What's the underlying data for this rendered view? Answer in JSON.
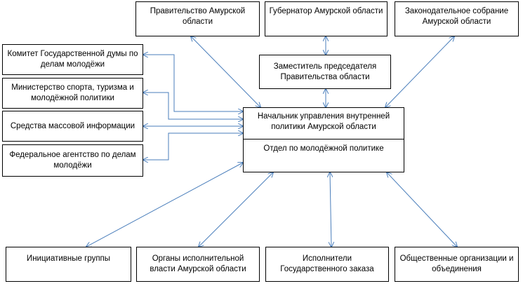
{
  "top": {
    "government": "Правительство Амурской области",
    "governor": "Губернатор Амурской области",
    "legislature": "Законодательное собрание Амурской области"
  },
  "deputy": "Заместитель председателя Правительства области",
  "central": {
    "head": "Начальник управления внутренней политики Амурской области",
    "department": "Отдел по молодёжной политике"
  },
  "left": {
    "duma_committee": "Комитет Государственной думы по делам молодёжи",
    "ministry": "Министерство спорта, туризма и молодёжной политики",
    "media": "Средства массовой информации",
    "federal_agency": "Федеральное агентство по делам молодёжи"
  },
  "bottom": {
    "initiative_groups": "Инициативные группы",
    "executive_bodies": "Органы исполнительной власти Амурской области",
    "state_contractors": "Исполнители Государственного заказа",
    "public_organizations": "Общественные организации и объединения"
  },
  "colors": {
    "arrow": "#4a7ebb",
    "border": "#000000"
  }
}
